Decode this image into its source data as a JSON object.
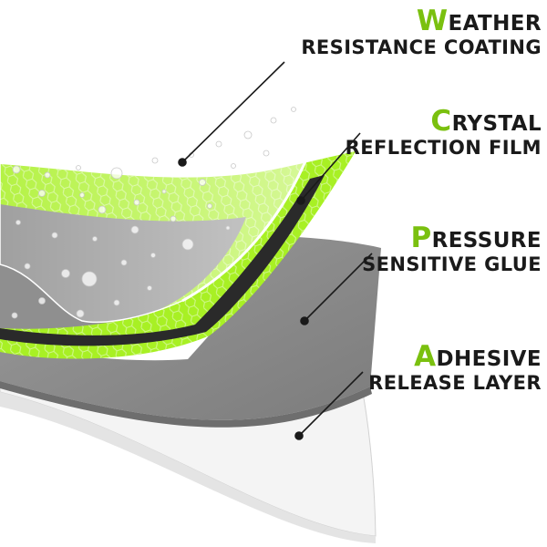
{
  "layers": [
    {
      "initial": "W",
      "line1_rest": "EATHER",
      "line2": "RESISTANCE COATING"
    },
    {
      "initial": "C",
      "line1_rest": "RYSTAL",
      "line2": "REFLECTION FILM"
    },
    {
      "initial": "P",
      "line1_rest": "RESSURE",
      "line2": "SENSITIVE GLUE"
    },
    {
      "initial": "A",
      "line1_rest": "DHESIVE",
      "line2": "RELEASE LAYER"
    }
  ],
  "colors": {
    "accent_green": "#7ac00f",
    "reflective_green": "#a8f024",
    "glue_gray": "#8a8a8a",
    "liner_white": "#f4f4f4",
    "text": "#1a1a1a"
  }
}
